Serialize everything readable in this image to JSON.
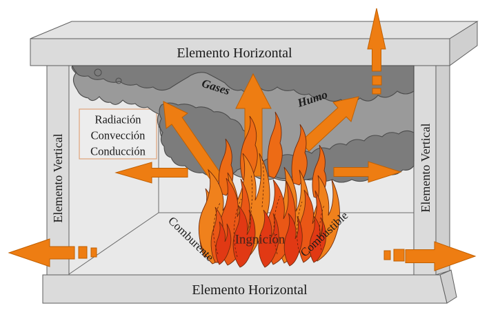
{
  "colors": {
    "background": "#FFFFFF",
    "interior": "#E9E9E9",
    "wall_fill": "#DBDBDB",
    "slab_top_fill": "#E3E3E3",
    "slab_side_fill": "#CFCFCF",
    "structure_stroke": "#5E5E5E",
    "floor_line": "#6A6A6A",
    "smoke_light": "#9A9A9A",
    "smoke_dark": "#7C7C7C",
    "smoke_stroke": "#4A4A4A",
    "arrow_fill": "#EE7D12",
    "arrow_stroke": "#C05F00",
    "flame_back": "#F0811C",
    "flame_spike": "#ED6B15",
    "flame_mid": "#EA5716",
    "flame_front": "#E13914",
    "flame_stroke": "#6E2A0C",
    "flame_dash": "#5F2008",
    "box_fill": "#EDEDED",
    "box_border": "#DFA379",
    "text_color": "#1A1A1A",
    "ignition_text": "#44231A"
  },
  "structure": {
    "ceiling_label": "Elemento Horizontal",
    "floor_label": "Elemento Horizontal",
    "left_wall_label": "Elemento Vertical",
    "right_wall_label": "Elemento Vertical"
  },
  "heat_transfer_box": {
    "lines": [
      "Radiación",
      "Convección",
      "Conducción"
    ]
  },
  "smoke_labels": {
    "gases": "Gases",
    "humo": "Humo"
  },
  "fire_labels": {
    "ignition": "Ingnición",
    "oxidizer": "Comburente",
    "fuel": "Combustible"
  }
}
